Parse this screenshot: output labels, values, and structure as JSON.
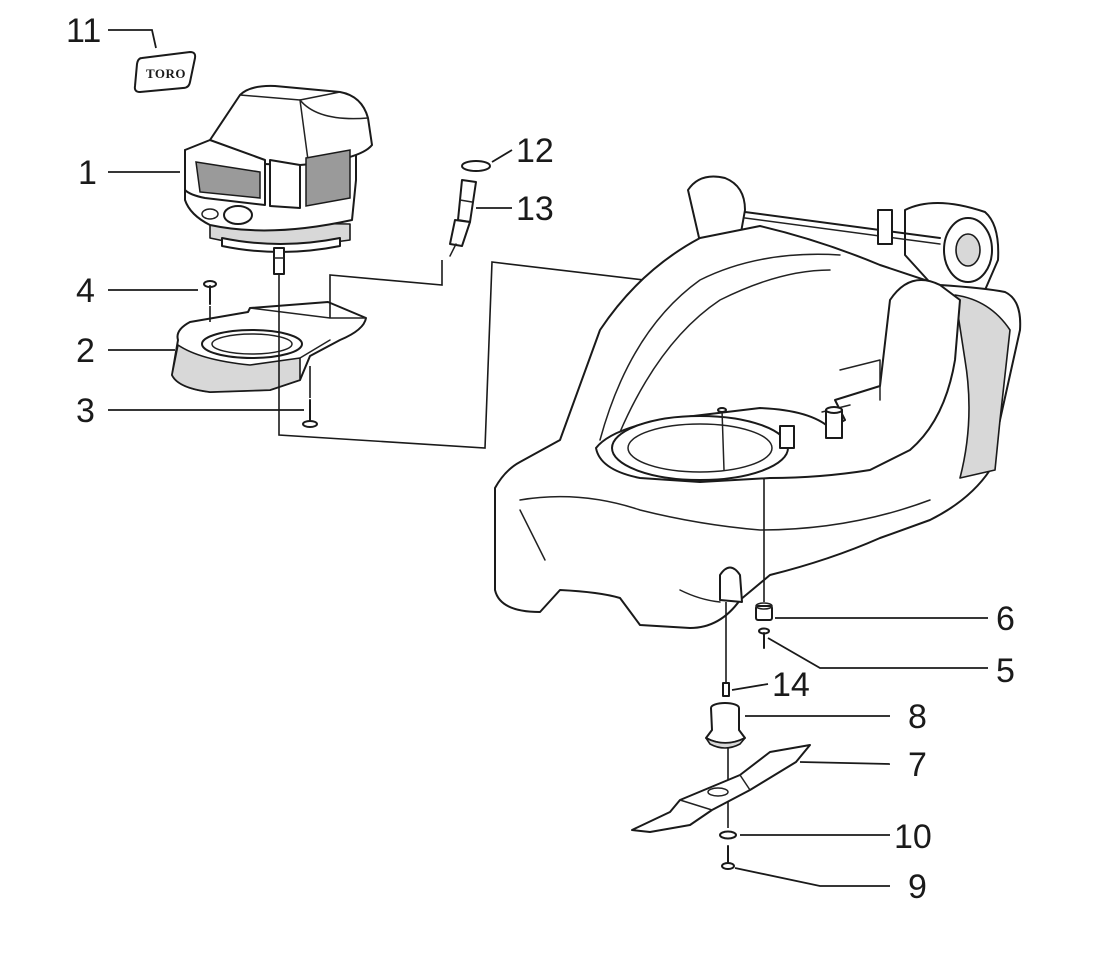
{
  "logo": {
    "text": "TORO"
  },
  "callouts": [
    {
      "id": "1",
      "label": "1"
    },
    {
      "id": "2",
      "label": "2"
    },
    {
      "id": "3",
      "label": "3"
    },
    {
      "id": "4",
      "label": "4"
    },
    {
      "id": "5",
      "label": "5"
    },
    {
      "id": "6",
      "label": "6"
    },
    {
      "id": "7",
      "label": "7"
    },
    {
      "id": "8",
      "label": "8"
    },
    {
      "id": "9",
      "label": "9"
    },
    {
      "id": "10",
      "label": "10"
    },
    {
      "id": "11",
      "label": "11"
    },
    {
      "id": "12",
      "label": "12"
    },
    {
      "id": "13",
      "label": "13"
    },
    {
      "id": "14",
      "label": "14"
    }
  ]
}
